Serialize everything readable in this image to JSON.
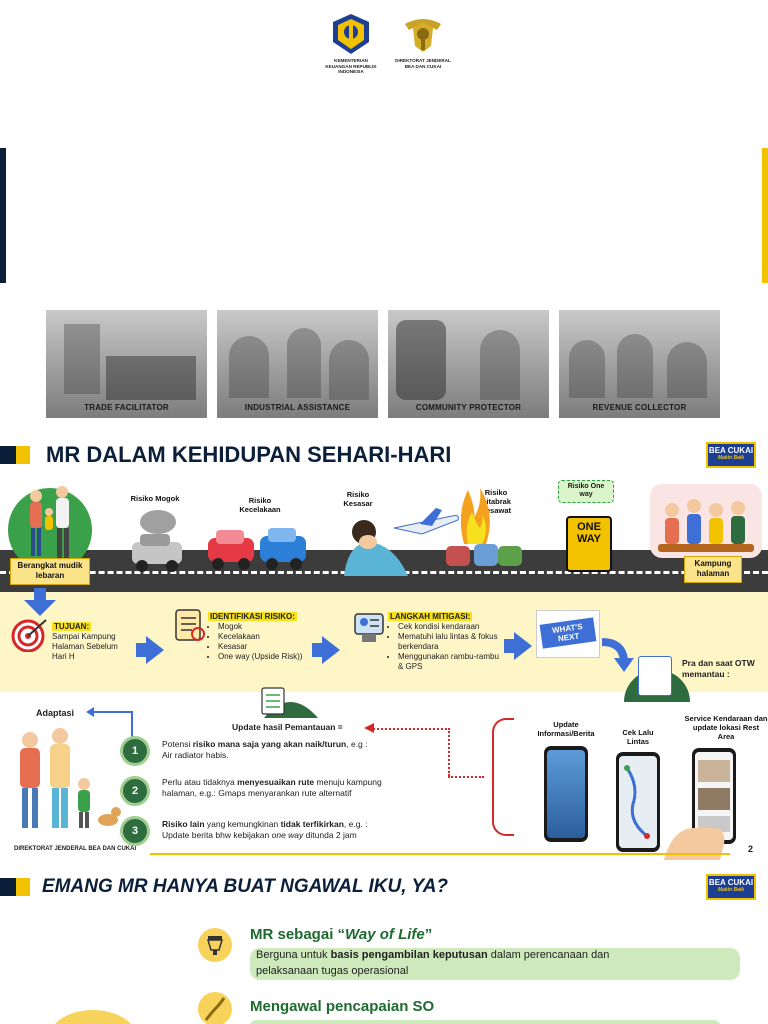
{
  "slide1": {
    "logo_left_caption": "KEMENTERIAN KEUANGAN REPUBLIK INDONESIA",
    "logo_right_caption": "DIREKTORAT JENDERAL BEA DAN CUKAI",
    "photos": [
      {
        "label": "TRADE FACILITATOR"
      },
      {
        "label": "INDUSTRIAL ASSISTANCE"
      },
      {
        "label": "COMMUNITY PROTECTOR"
      },
      {
        "label": "REVENUE COLLECTOR"
      }
    ]
  },
  "slide2": {
    "title": "MR DALAM KEHIDUPAN SEHARI-HARI",
    "badge": "BEA CUKAI",
    "badge_sub": "Makin Baik",
    "start_label": "Berangkat mudik lebaran",
    "risks": [
      {
        "label": "Risiko Mogok"
      },
      {
        "label": "Risiko Kecelakaan"
      },
      {
        "label": "Risiko Kesasar"
      },
      {
        "label": "Risiko Ditabrak Pesawat"
      },
      {
        "label": "Risiko One way"
      }
    ],
    "oneway_sign": "ONE WAY",
    "end_label": "Kampung halaman",
    "tujuan_head": "TUJUAN:",
    "tujuan_text": "Sampai Kampung Halaman Sebelum Hari H",
    "identifikasi_head": "IDENTIFIKASI RISIKO:",
    "identifikasi_items": [
      "Mogok",
      "Kecelakaan",
      "Kesasar",
      "One way (Upside Risk))"
    ],
    "mitigasi_head": "LANGKAH MITIGASI:",
    "mitigasi_items": [
      "Cek kondisi kendaraan",
      "Mematuhi lalu lintas & fokus berkendara",
      "Menggunakan rambu-rambu & GPS"
    ],
    "whats_next": "WHAT'S NEXT",
    "pantau_label": "Pra dan saat OTW memantau :",
    "adaptasi_label": "Adaptasi",
    "update_label": "Update hasil Pemantauan =",
    "steps": [
      {
        "num": "1",
        "pre": "Potensi ",
        "bold": "risiko mana saja yang akan naik/turun",
        "post": ", e.g :",
        "line2": "Air radiator habis."
      },
      {
        "num": "2",
        "pre": "Perlu atau tidaknya ",
        "bold": "menyesuaikan rute",
        "post": " menuju kampung",
        "line2": "halaman, e.g.: Gmaps menyarankan rute alternatif"
      },
      {
        "num": "3",
        "pre": "",
        "bold": "Risiko lain",
        "post": " yang kemungkinan ",
        "bold2": "tidak terfikirkan",
        "post2": ", e.g. :",
        "line2a": "Update berita bhw kebijakan ",
        "line2i": "one way",
        "line2b": " ditunda 2 jam"
      }
    ],
    "monitor": [
      {
        "label": "Update Informasi/Berita"
      },
      {
        "label": "Cek Lalu Lintas"
      },
      {
        "label": "Service Kendaraan dan update lokasi Rest Area"
      }
    ],
    "footer_left": "DIREKTORAT JENDERAL  BEA DAN CUKAI",
    "page_number": "2"
  },
  "slide3": {
    "title": "EMANG MR HANYA BUAT NGAWAL IKU, YA?",
    "badge": "BEA CUKAI",
    "badge_sub": "Makin Baik",
    "head1_pre": "MR sebagai “",
    "head1_i": "Way of Life",
    "head1_post": "”",
    "body1_pre": "Berguna untuk ",
    "body1_bold": "basis pengambilan keputusan",
    "body1_post": " dalam perencanaan dan",
    "body1_line2": "pelaksanaan tugas operasional",
    "head2": "Mengawal pencapaian SO"
  },
  "colors": {
    "navy": "#0b1f3a",
    "gold": "#f2c200",
    "arrow_blue": "#3d6fd6",
    "band_yellow": "#fff6c8",
    "accent_red": "#d62828",
    "step_green": "#2e6b3e"
  }
}
